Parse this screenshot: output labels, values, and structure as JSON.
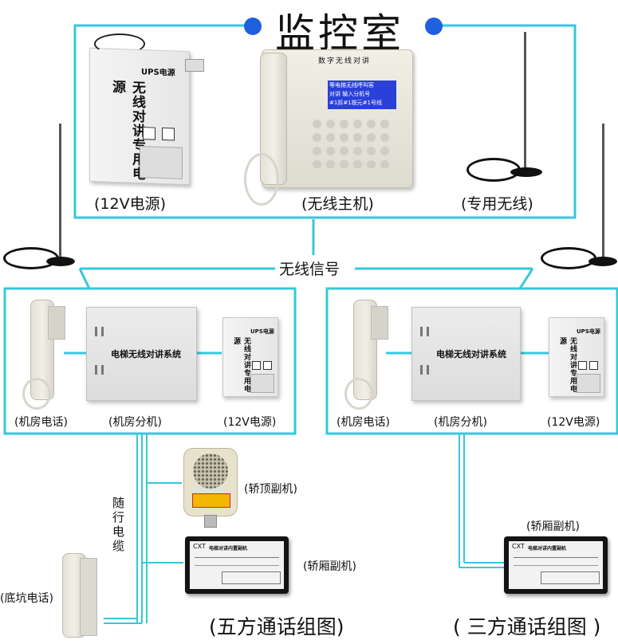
{
  "title": "监控室",
  "monitor_room": {
    "psu_label": "(12V电源)",
    "host_label": "(无线主机)",
    "antenna_label": "(专用无线)",
    "psu_vertical_text": "无线对讲专用电源",
    "psu_brand": "UPS电源",
    "host_header": "数字无线对讲",
    "host_screen": [
      "等电梯无线呼叫客",
      "对讲 输入分机号",
      "#1拆#1按元#1号线"
    ]
  },
  "wireless_signal_label": "无线信号",
  "elevator_system_text": "电梯无线对讲系统",
  "left_group": {
    "phone_label": "(机房电话)",
    "unit_label": "(机房分机)",
    "psu_label": "(12V电源)",
    "top_car_label": "(轿顶副机)",
    "car_label": "(轿厢副机)",
    "cable_label": "随行电缆",
    "pit_label": "(底坑电话)",
    "caption": "(五方通话组图)"
  },
  "right_group": {
    "phone_label": "(机房电话)",
    "unit_label": "(机房分机)",
    "psu_label": "(12V电源)",
    "car_label": "(轿厢副机)",
    "caption": "( 三方通话组图 )"
  },
  "car_unit_brand": "CXT",
  "car_unit_title": "电梯对讲内置副机",
  "colors": {
    "wire": "#34c8dc",
    "dot": "#1f5fe0",
    "lcd": "#2a40d8"
  }
}
